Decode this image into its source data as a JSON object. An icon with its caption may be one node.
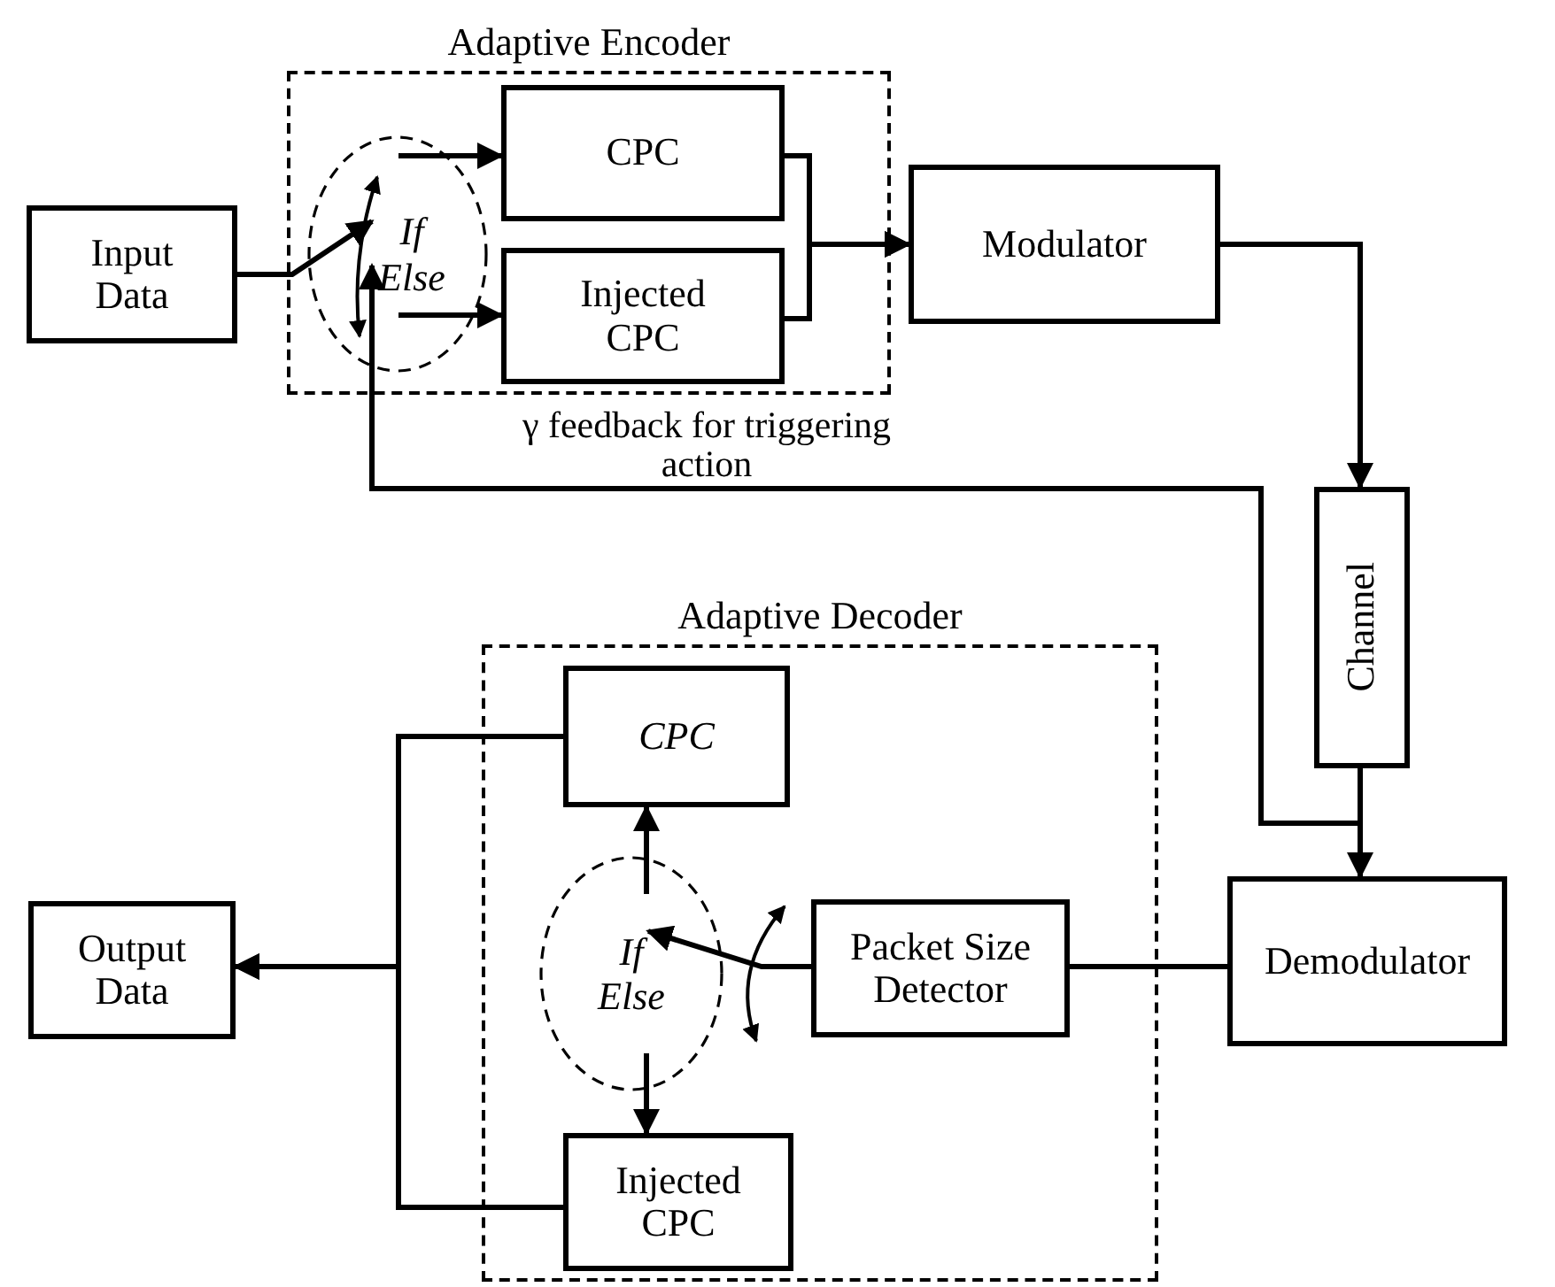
{
  "diagram": {
    "nodes": [
      {
        "text": [
          "Adaptive Encoder"
        ]
      },
      {
        "text": [
          "Input Data"
        ]
      },
      {
        "text": [
          "If",
          "Else"
        ],
        "in": 0
      },
      {
        "text": [
          "CPC"
        ],
        "in": 0
      },
      {
        "text": [
          "Injected CPC"
        ],
        "in": 0
      },
      {
        "text": [
          "Modulator"
        ]
      },
      {
        "text": [
          "Channel"
        ]
      },
      {
        "text": [
          "Adaptive Decoder"
        ]
      },
      {
        "text": [
          "CPC"
        ],
        "in": 7
      },
      {
        "text": [
          "If",
          "Else"
        ],
        "in": 7
      },
      {
        "text": [
          "Packet Size Detector"
        ],
        "in": 7
      },
      {
        "text": [
          "Output Data"
        ]
      },
      {
        "text": [
          "Injected CPC"
        ],
        "in": 7
      },
      {
        "text": [
          "Demodulator"
        ]
      }
    ],
    "edges": [
      {
        "from": 1,
        "to": 2,
        "arrow": "to"
      },
      {
        "from": 2,
        "to": 3,
        "arrow": "to"
      },
      {
        "from": 2,
        "to": 4,
        "arrow": "to"
      },
      {
        "from": 3,
        "to": 5,
        "arrow": "to"
      },
      {
        "from": 4,
        "to": 5,
        "arrow": "to"
      },
      {
        "from": 5,
        "to": 6,
        "arrow": "to"
      },
      {
        "from": 6,
        "to": 13,
        "arrow": "to"
      },
      {
        "from": 13,
        "to": 2,
        "arrow": "to",
        "label": "γ feedback for triggering action"
      },
      {
        "from": 13,
        "to": 10,
        "arrow": "none"
      },
      {
        "from": 10,
        "to": 9,
        "arrow": "to"
      },
      {
        "from": 9,
        "to": 8,
        "arrow": "to"
      },
      {
        "from": 9,
        "to": 12,
        "arrow": "to"
      },
      {
        "from": 8,
        "to": 11,
        "arrow": "to"
      },
      {
        "from": 12,
        "to": 11,
        "arrow": "to"
      }
    ]
  }
}
